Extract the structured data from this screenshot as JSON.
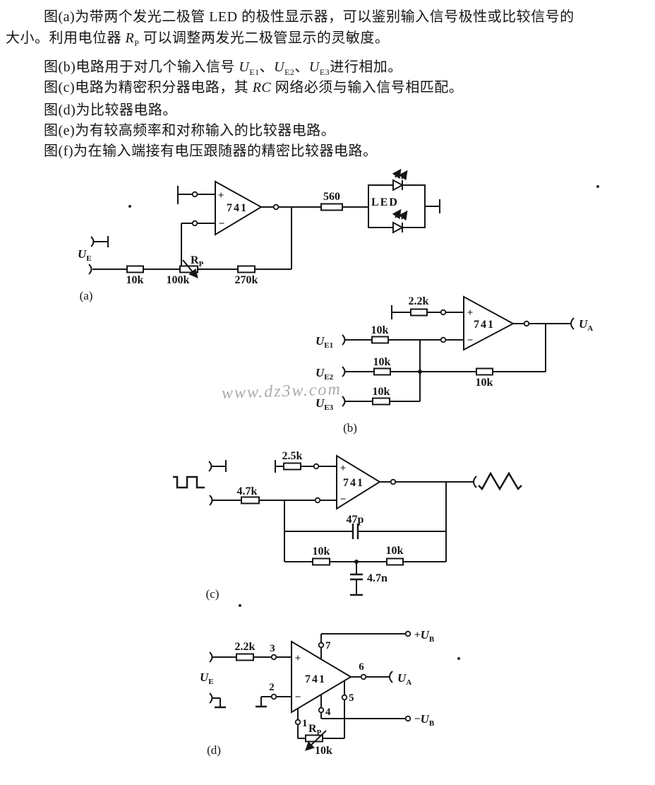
{
  "page": {
    "bg": "#ffffff",
    "ink": "#161616",
    "watermark_color": "#ababab"
  },
  "watermark": "www.dz3w.com",
  "text": {
    "l1": "图(a)为带两个发光二极管 LED 的极性显示器，可以鉴别输入信号极性或比较信号的",
    "l2a": "大小。利用电位器 ",
    "l2_var": {
      "base": "R",
      "sub": "P"
    },
    "l2b": " 可以调整两发光二极管显示的灵敏度。",
    "l3a": "图(b)电路用于对几个输入信号 ",
    "l3_u1": {
      "base": "U",
      "sub": "E1"
    },
    "l3_sep": "、",
    "l3_u2": {
      "base": "U",
      "sub": "E2"
    },
    "l3_u3": {
      "base": "U",
      "sub": "E3"
    },
    "l3b": "进行相加。",
    "l4a": "图(c)电路为精密积分器电路，其 ",
    "l4_var": "RC",
    "l4b": " 网络必须与输入信号相匹配。",
    "l5": "图(d)为比较器电路。",
    "l6": "图(e)为有较高频率和对称输入的比较器电路。",
    "l7": "图(f)为在输入端接有电压跟随器的精密比较器电路。"
  },
  "circuit_a": {
    "caption": "(a)",
    "opamp": "741",
    "plus": "+",
    "minus": "−",
    "input_var": {
      "base": "U",
      "sub": "E"
    },
    "r_in": "10k",
    "pot_value": "100k",
    "pot_name": {
      "base": "R",
      "sub": "P"
    },
    "r_fb": "270k",
    "r_led": "560",
    "led_label": "LED"
  },
  "circuit_b": {
    "caption": "(b)",
    "opamp": "741",
    "plus": "+",
    "minus": "−",
    "r_plus": "2.2k",
    "rows": [
      {
        "var": {
          "base": "U",
          "sub": "E1"
        },
        "r": "10k"
      },
      {
        "var": {
          "base": "U",
          "sub": "E2"
        },
        "r": "10k"
      },
      {
        "var": {
          "base": "U",
          "sub": "E3"
        },
        "r": "10k"
      }
    ],
    "r_fb": "10k",
    "output_var": {
      "base": "U",
      "sub": "A"
    }
  },
  "circuit_c": {
    "caption": "(c)",
    "opamp": "741",
    "plus": "+",
    "minus": "−",
    "r_plus": "2.5k",
    "r_in": "4.7k",
    "c_fb": "47p",
    "r_t1": "10k",
    "r_t2": "10k",
    "c_t": "4.7n"
  },
  "circuit_d": {
    "caption": "(d)",
    "opamp": "741",
    "plus": "+",
    "minus": "−",
    "r_in": "2.2k",
    "input_var": {
      "base": "U",
      "sub": "E"
    },
    "output_var": {
      "base": "U",
      "sub": "A"
    },
    "v_plus": {
      "sign": "+",
      "base": "U",
      "sub": "B"
    },
    "v_minus": {
      "sign": "−",
      "base": "U",
      "sub": "B"
    },
    "pot_name": {
      "base": "R",
      "sub": "P"
    },
    "pot_value": "10k",
    "pins": {
      "n1": "1",
      "n2": "2",
      "n3": "3",
      "n4": "4",
      "n5": "5",
      "n6": "6",
      "n7": "7"
    }
  }
}
